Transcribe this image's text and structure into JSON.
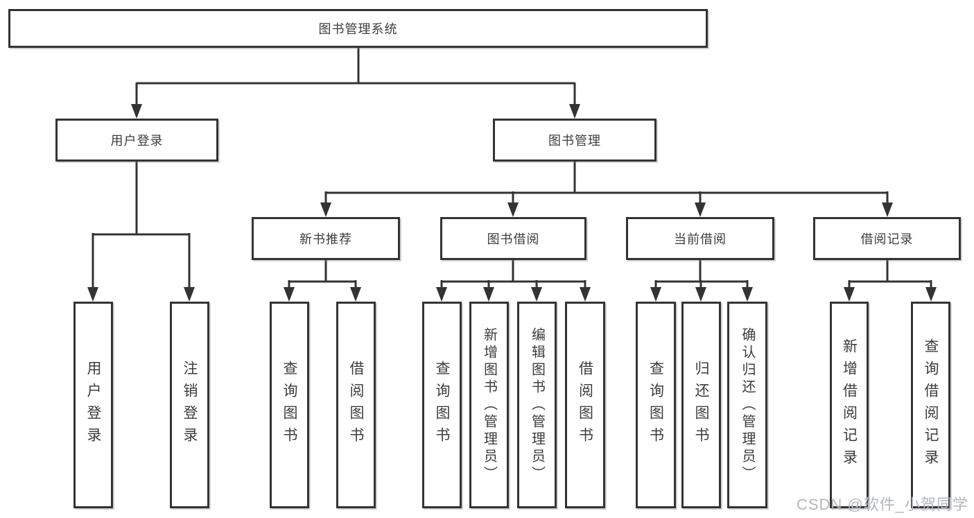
{
  "tree": {
    "root": "图书管理系统",
    "user_login_branch": {
      "label": "用户登录",
      "children": [
        "用户登录",
        "注销登录"
      ]
    },
    "book_mgmt_branch": {
      "label": "图书管理",
      "sections": [
        {
          "label": "新书推荐",
          "children": [
            "查询图书",
            "借阅图书"
          ]
        },
        {
          "label": "图书借阅",
          "children": [
            "查询图书",
            "新增图书（管理员）",
            "编辑图书（管理员）",
            "借阅图书"
          ]
        },
        {
          "label": "当前借阅",
          "children": [
            "查询图书",
            "归还图书",
            "确认归还（管理员）"
          ]
        },
        {
          "label": "借阅记录",
          "children": [
            "新增借阅记录",
            "查询借阅记录"
          ]
        }
      ]
    }
  },
  "watermark": "CSDN @软件_小贺同学",
  "colors": {
    "line": "#333333",
    "text": "#3c3c3c",
    "watermark": "#b3b6ba",
    "background": "#ffffff"
  }
}
